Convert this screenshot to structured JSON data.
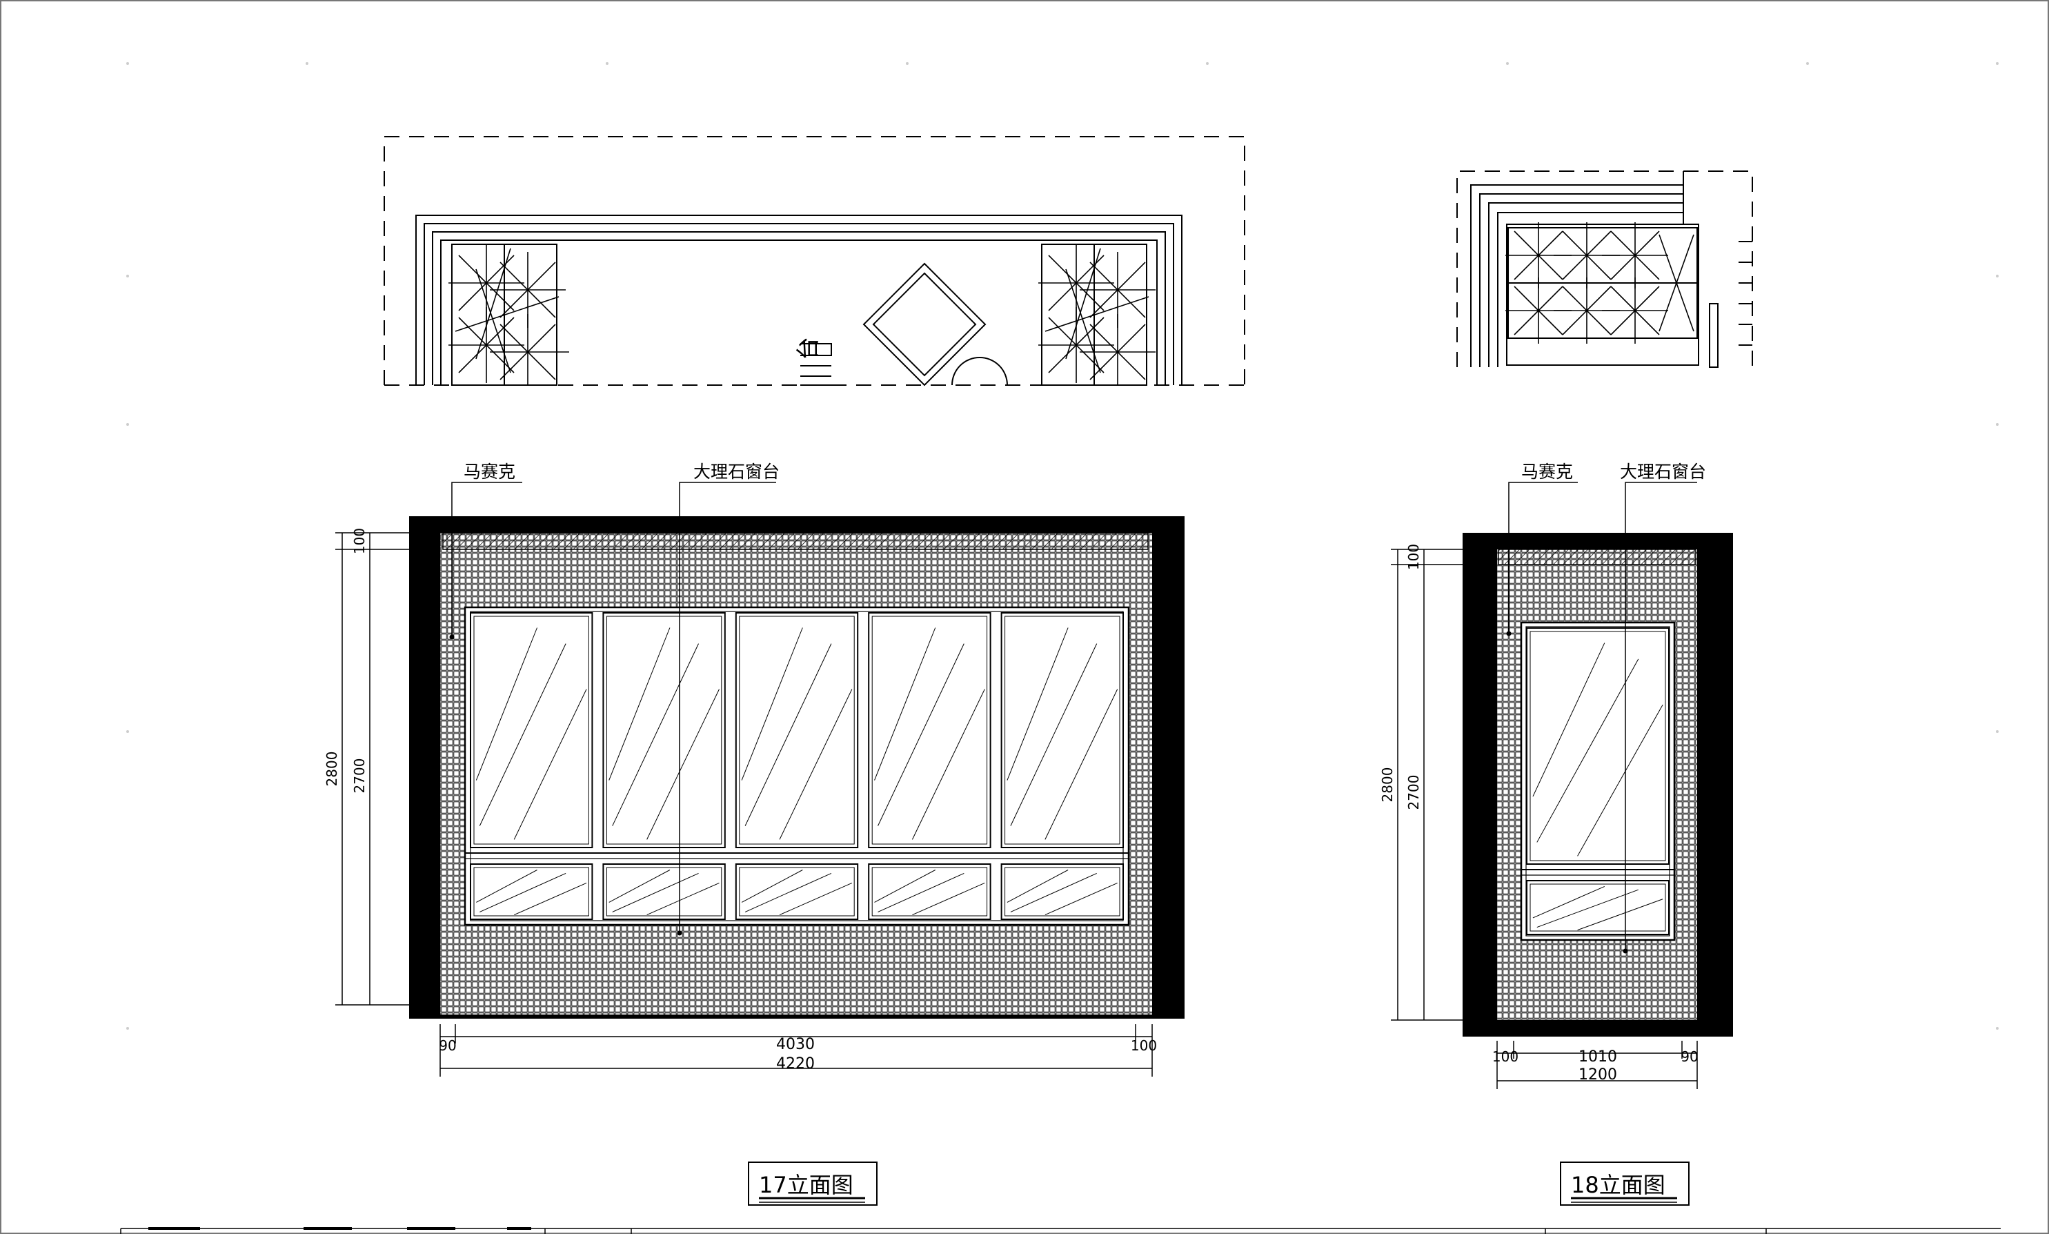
{
  "elevation_17": {
    "title": "17立面图",
    "label_mosaic": "马赛克",
    "label_sill": "大理石窗台",
    "dim_height_outer": "2800",
    "dim_height_inner": "2700",
    "dim_top": "100",
    "dim_left": "90",
    "dim_middle": "4030",
    "dim_right": "100",
    "dim_total": "4220",
    "upper_panes": 5,
    "lower_panes": 5
  },
  "elevation_18": {
    "title": "18立面图",
    "label_mosaic": "马赛克",
    "label_sill": "大理石窗台",
    "dim_height_outer": "2800",
    "dim_height_inner": "2700",
    "dim_top": "100",
    "dim_left": "100",
    "dim_middle": "1010",
    "dim_right": "90",
    "dim_total": "1200",
    "upper_panes": 1,
    "lower_panes": 1
  },
  "plan_17": {
    "text": "台"
  },
  "colors": {
    "line": "#000000",
    "background": "#ffffff"
  }
}
